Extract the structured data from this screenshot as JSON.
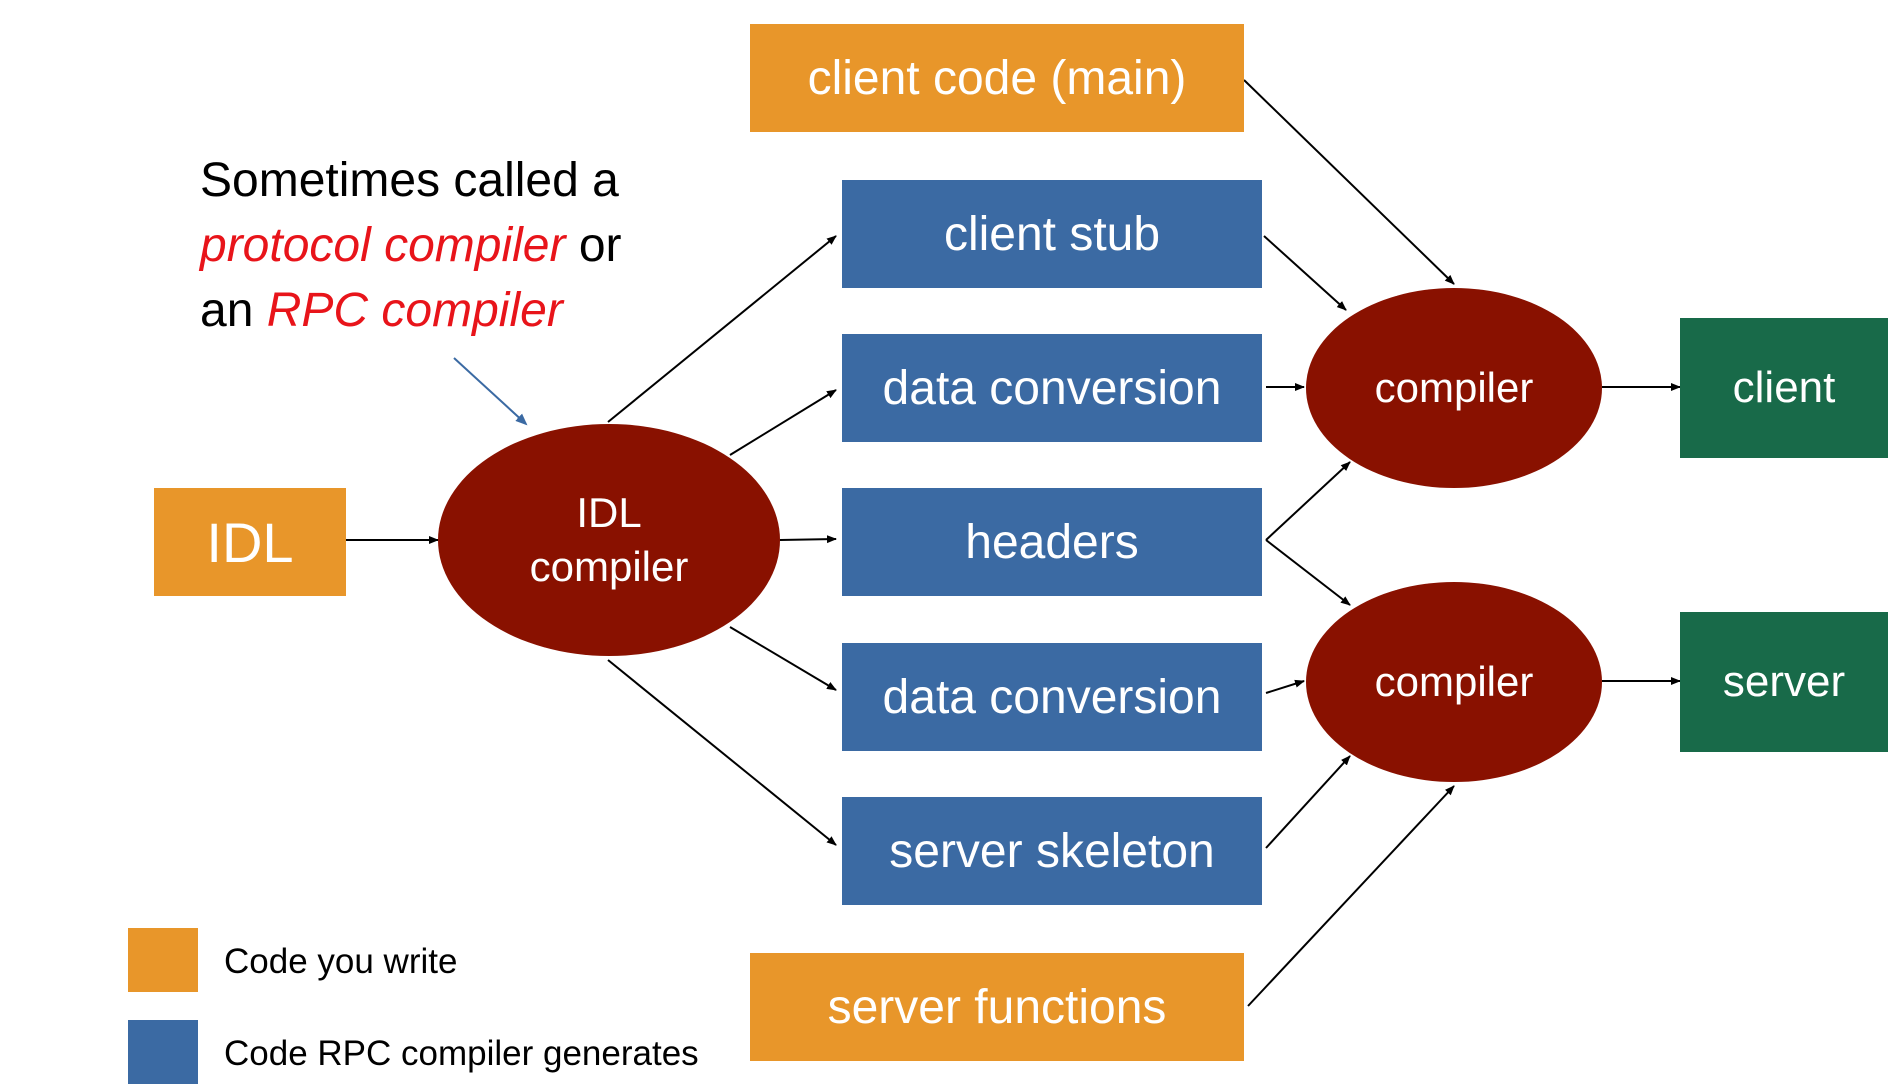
{
  "colors": {
    "written": "#E8962A",
    "generated": "#3B6AA3",
    "output": "#186A49",
    "compiler": "#891100",
    "annotation_highlight": "#E8141A",
    "arrow": "#000000",
    "pointer_arrow": "#3B6AA3"
  },
  "note": {
    "line1": "Sometimes called a",
    "highlight1": "protocol compiler",
    "mid": " or",
    "line3_prefix": "an ",
    "highlight2": "RPC compiler"
  },
  "nodes": {
    "idl": "IDL",
    "idl_compiler_line1": "IDL",
    "idl_compiler_line2": "compiler",
    "client_code": "client code (main)",
    "client_stub": "client stub",
    "data_conversion_1": "data conversion",
    "headers": "headers",
    "data_conversion_2": "data conversion",
    "server_skeleton": "server skeleton",
    "server_functions": "server functions",
    "client_compiler": "compiler",
    "server_compiler": "compiler",
    "client": "client",
    "server": "server"
  },
  "legend": {
    "written": "Code you write",
    "generated": "Code RPC compiler generates"
  }
}
